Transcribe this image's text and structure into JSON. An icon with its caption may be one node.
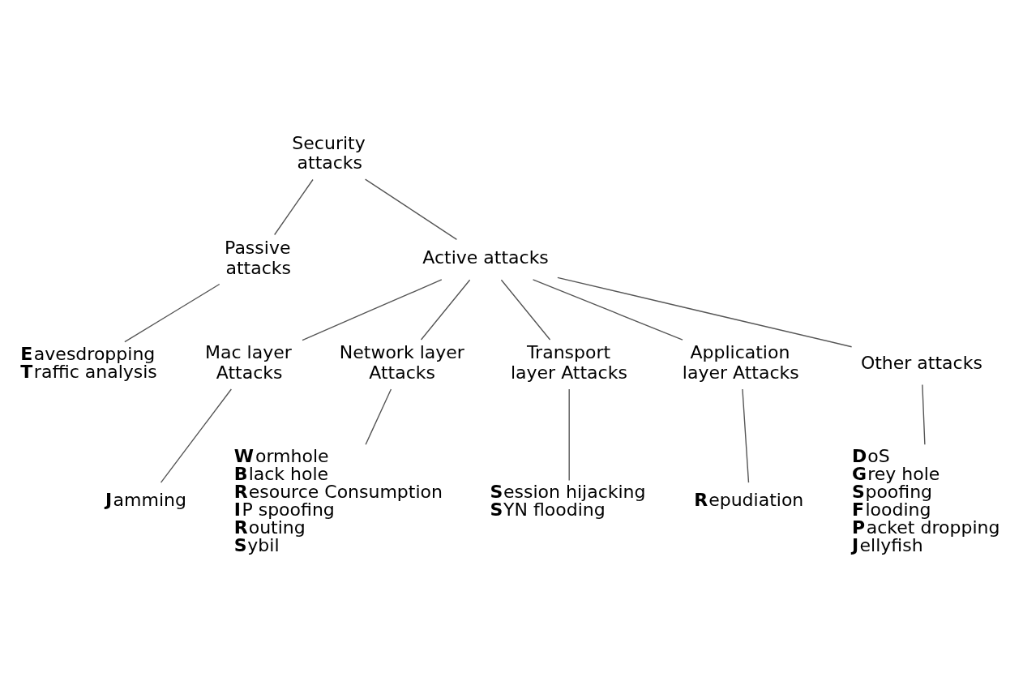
{
  "diagram": {
    "nodes": [
      {
        "text": [
          "Security attacks"
        ]
      },
      {
        "text": [
          "Passive attacks"
        ]
      },
      {
        "text": [
          "Active attacks"
        ]
      },
      {
        "text": [
          "Eavesdropping",
          "Traffic analysis"
        ]
      },
      {
        "text": [
          "Mac layer Attacks"
        ]
      },
      {
        "text": [
          "Network layer Attacks"
        ]
      },
      {
        "text": [
          "Transport layer Attacks"
        ]
      },
      {
        "text": [
          "Application layer Attacks"
        ]
      },
      {
        "text": [
          "Other attacks"
        ]
      },
      {
        "text": [
          "Jamming"
        ]
      },
      {
        "text": [
          "Wormhole",
          "Black hole",
          "Resource Consumption",
          "IP spoofing",
          "Routing",
          "Sybil"
        ]
      },
      {
        "text": [
          "Session hijacking",
          "SYN flooding"
        ]
      },
      {
        "text": [
          "Repudiation"
        ]
      },
      {
        "text": [
          "DoS",
          "Grey hole",
          "Spoofing",
          "Flooding",
          "Packet dropping",
          "Jellyfish"
        ]
      }
    ],
    "edges": [
      {
        "from": 0,
        "to": 1,
        "arrow": "none"
      },
      {
        "from": 0,
        "to": 2,
        "arrow": "none"
      },
      {
        "from": 1,
        "to": 3,
        "arrow": "none"
      },
      {
        "from": 2,
        "to": 4,
        "arrow": "none"
      },
      {
        "from": 2,
        "to": 5,
        "arrow": "none"
      },
      {
        "from": 2,
        "to": 6,
        "arrow": "none"
      },
      {
        "from": 2,
        "to": 7,
        "arrow": "none"
      },
      {
        "from": 2,
        "to": 8,
        "arrow": "none"
      },
      {
        "from": 4,
        "to": 9,
        "arrow": "none"
      },
      {
        "from": 5,
        "to": 10,
        "arrow": "none"
      },
      {
        "from": 6,
        "to": 11,
        "arrow": "none"
      },
      {
        "from": 7,
        "to": 12,
        "arrow": "none"
      },
      {
        "from": 8,
        "to": 13,
        "arrow": "none"
      }
    ]
  }
}
